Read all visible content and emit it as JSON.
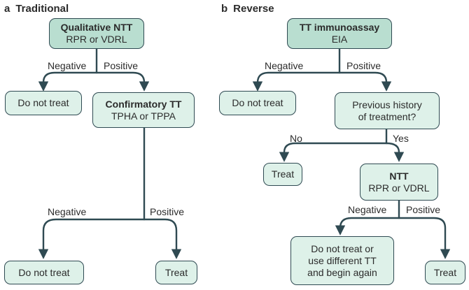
{
  "panel_a": {
    "letter": "a",
    "title": "Traditional",
    "box_qualitative": {
      "title": "Qualitative NTT",
      "sub": "RPR or VDRL"
    },
    "label_negative_1": "Negative",
    "label_positive_1": "Positive",
    "box_do_not_treat_1": "Do not treat",
    "box_confirmatory": {
      "title": "Confirmatory TT",
      "sub": "TPHA or TPPA"
    },
    "label_negative_2": "Negative",
    "label_positive_2": "Positive",
    "box_do_not_treat_2": "Do not treat",
    "box_treat": "Treat"
  },
  "panel_b": {
    "letter": "b",
    "title": "Reverse",
    "box_immunoassay": {
      "title": "TT immunoassay",
      "sub": "EIA"
    },
    "label_negative_1": "Negative",
    "label_positive_1": "Positive",
    "box_do_not_treat": "Do not treat",
    "box_history": {
      "line1": "Previous history",
      "line2": "of treatment?"
    },
    "label_no": "No",
    "label_yes": "Yes",
    "box_treat_1": "Treat",
    "box_ntt": {
      "title": "NTT",
      "sub": "RPR or VDRL"
    },
    "label_negative_2": "Negative",
    "label_positive_2": "Positive",
    "box_retest": {
      "line1": "Do not treat or",
      "line2": "use different TT",
      "line3": "and begin again"
    },
    "box_treat_2": "Treat"
  },
  "colors": {
    "dark_box": "#b9ded0",
    "light_box": "#def1e9",
    "line": "#2f4a52"
  }
}
